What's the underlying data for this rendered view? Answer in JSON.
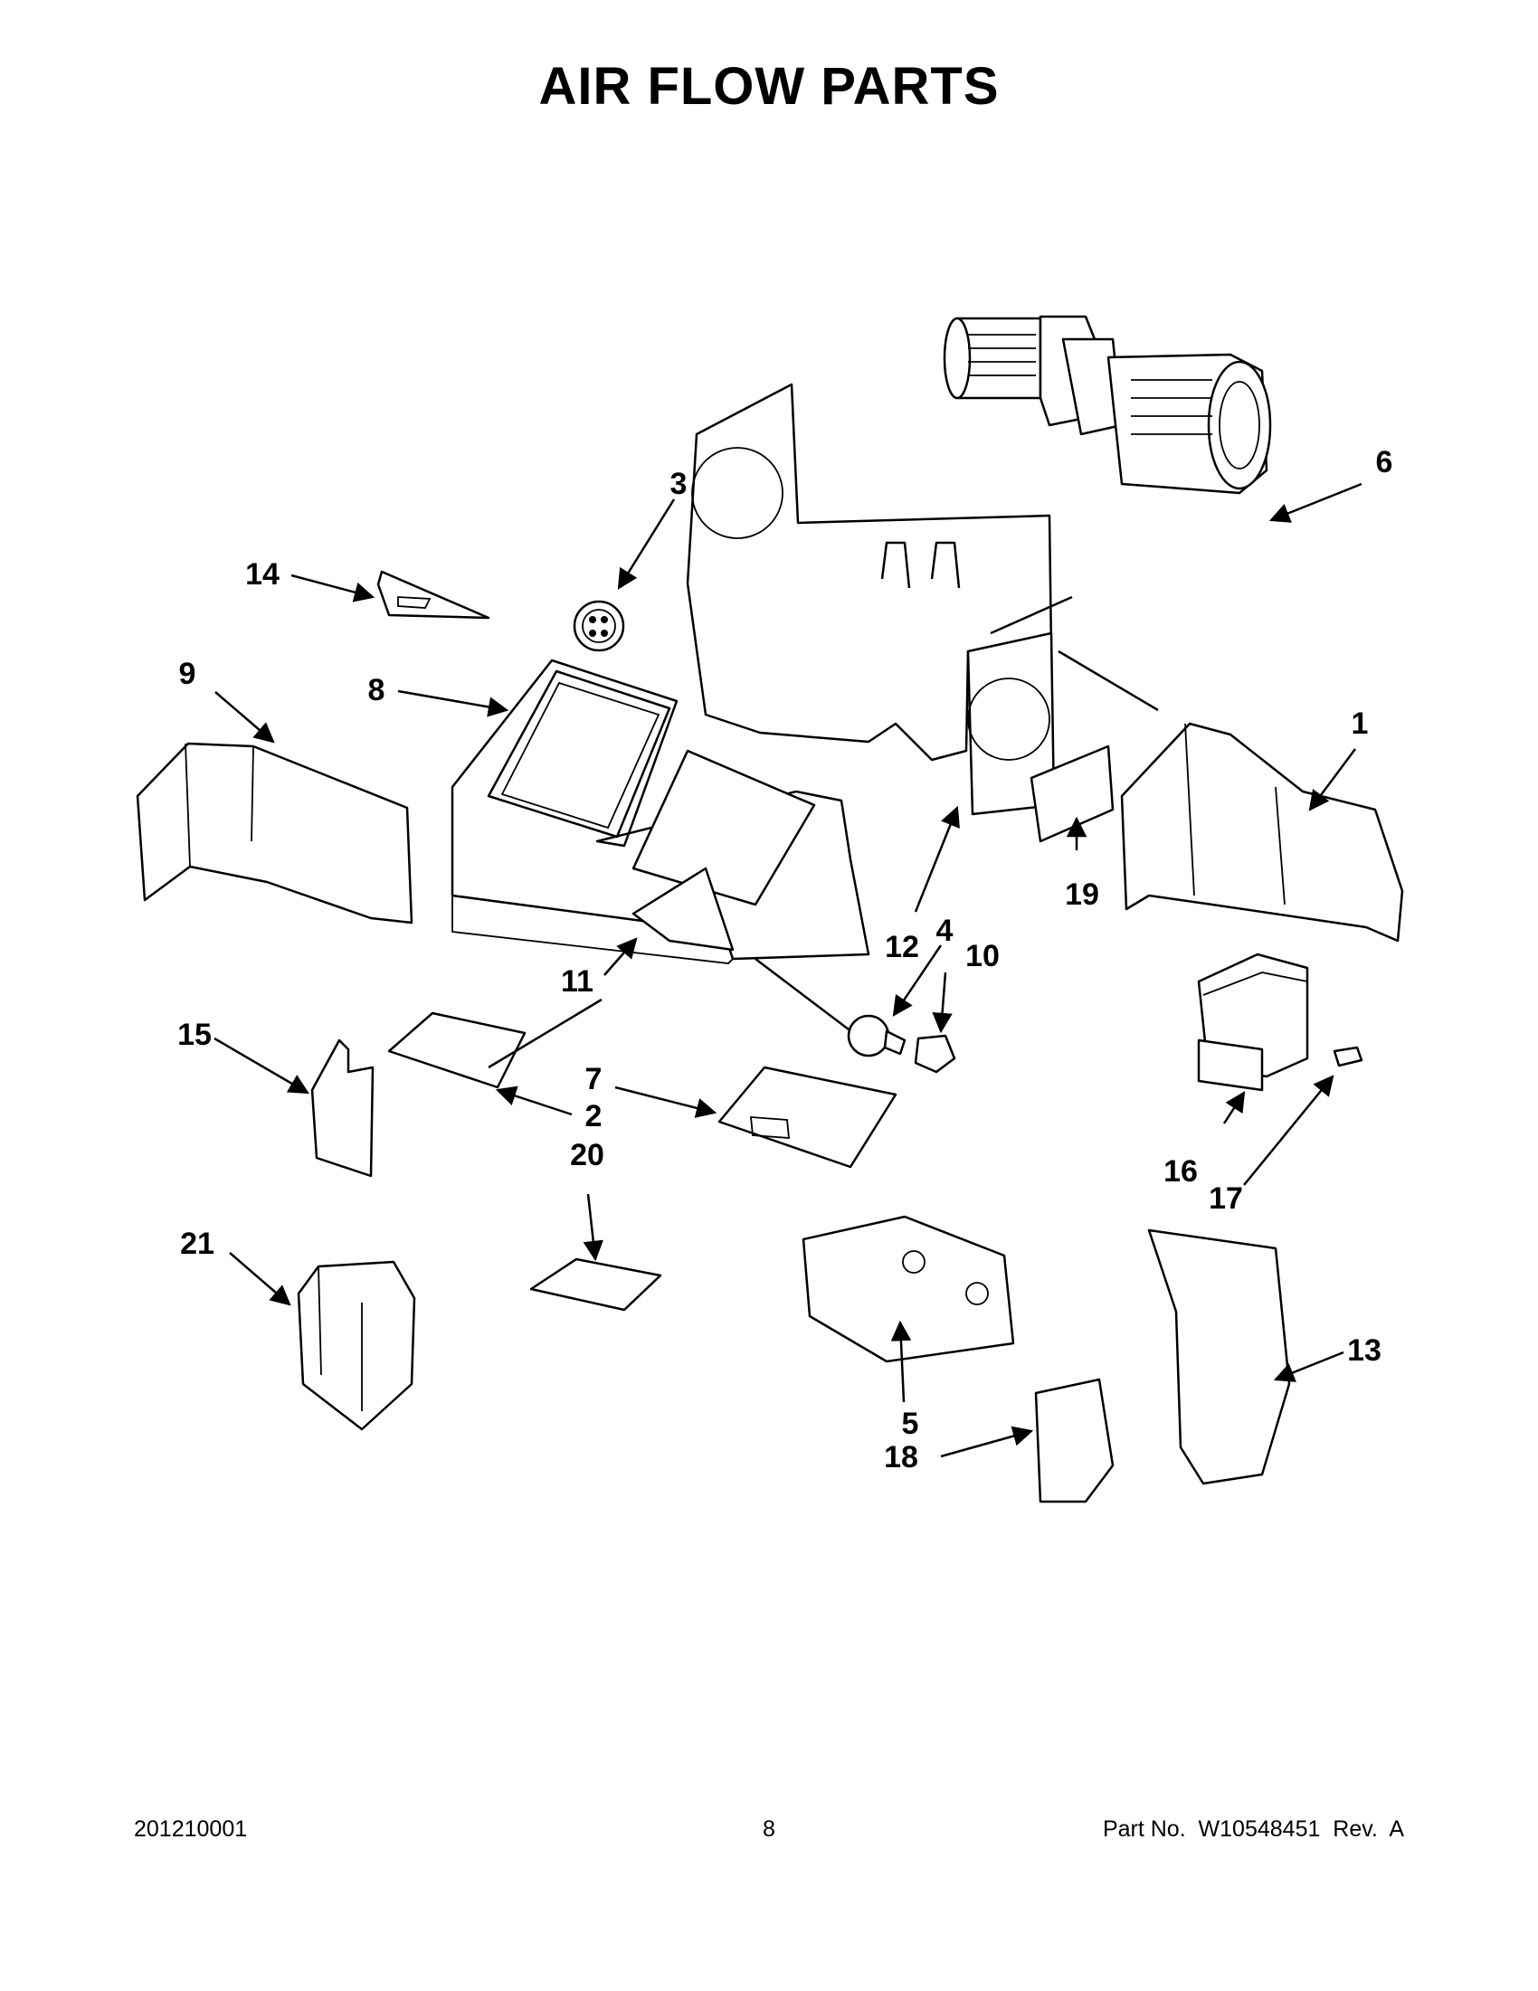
{
  "title": "AIR FLOW PARTS",
  "callouts": {
    "c1": "1",
    "c2": "2",
    "c3": "3",
    "c4": "4",
    "c5": "5",
    "c6": "6",
    "c7": "7",
    "c8": "8",
    "c9": "9",
    "c10": "10",
    "c11": "11",
    "c12": "12",
    "c13": "13",
    "c14": "14",
    "c15": "15",
    "c16": "16",
    "c17": "17",
    "c18": "18",
    "c19": "19",
    "c20": "20",
    "c21": "21"
  },
  "footer": {
    "doc_number": "201210001",
    "page_number": "8",
    "part_number": "Part No.  W10548451  Rev.  A"
  }
}
